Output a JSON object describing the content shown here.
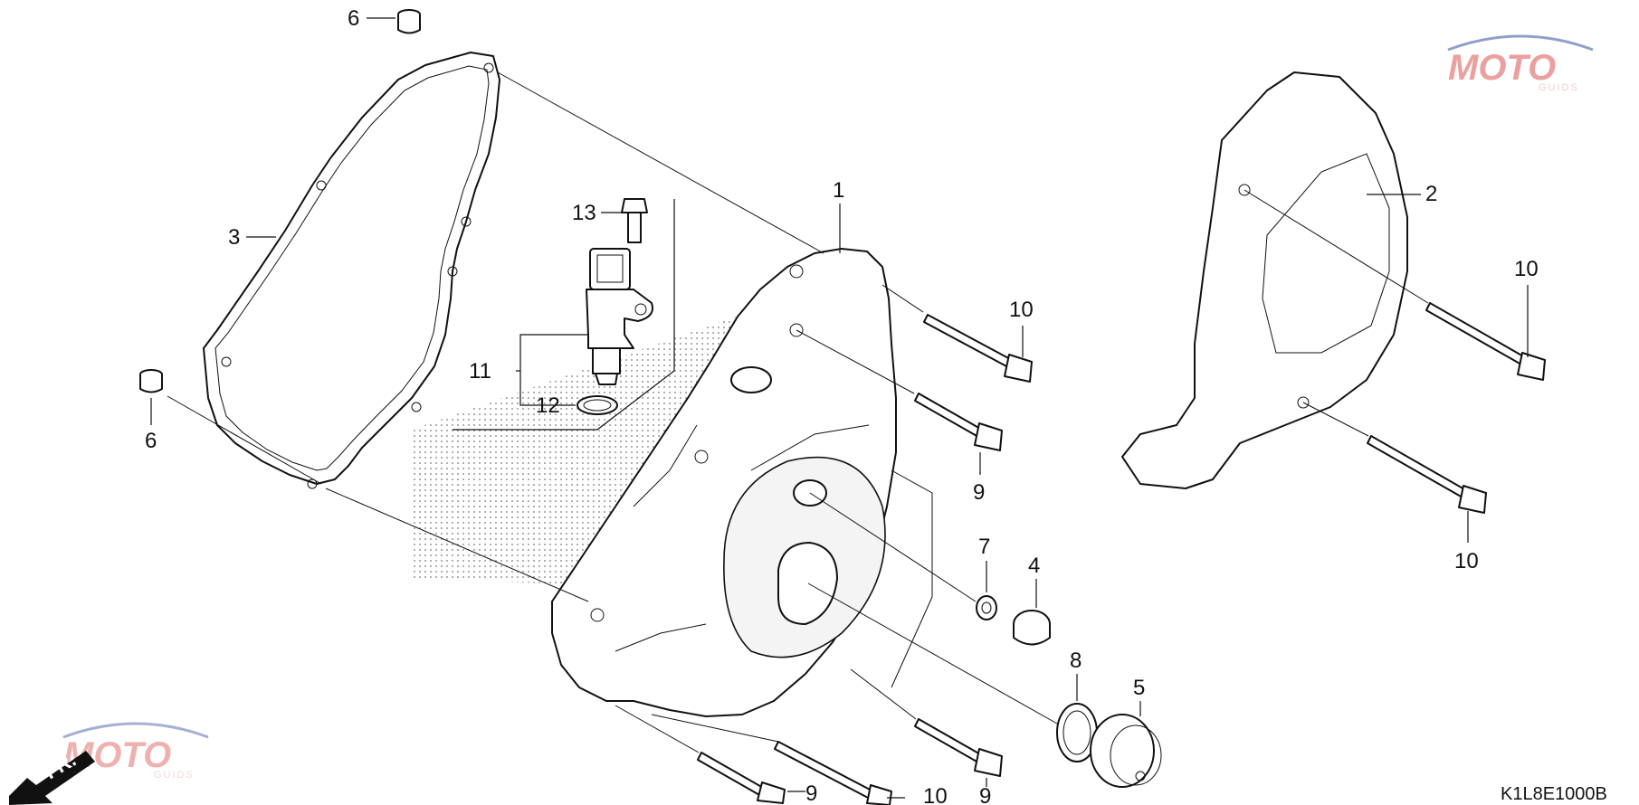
{
  "diagram": {
    "code": "K1L8E1000B",
    "direction_label": "FR.",
    "labels": [
      {
        "id": "lbl-1",
        "text": "1"
      },
      {
        "id": "lbl-2",
        "text": "2"
      },
      {
        "id": "lbl-3",
        "text": "3"
      },
      {
        "id": "lbl-4",
        "text": "4"
      },
      {
        "id": "lbl-5",
        "text": "5"
      },
      {
        "id": "lbl-6a",
        "text": "6"
      },
      {
        "id": "lbl-6b",
        "text": "6"
      },
      {
        "id": "lbl-7",
        "text": "7"
      },
      {
        "id": "lbl-8",
        "text": "8"
      },
      {
        "id": "lbl-9a",
        "text": "9"
      },
      {
        "id": "lbl-9b",
        "text": "9"
      },
      {
        "id": "lbl-9c",
        "text": "9"
      },
      {
        "id": "lbl-10a",
        "text": "10"
      },
      {
        "id": "lbl-10b",
        "text": "10"
      },
      {
        "id": "lbl-10c",
        "text": "10"
      },
      {
        "id": "lbl-10d",
        "text": "10"
      },
      {
        "id": "lbl-11",
        "text": "11"
      },
      {
        "id": "lbl-12",
        "text": "12"
      },
      {
        "id": "lbl-13",
        "text": "13"
      }
    ]
  },
  "watermark": {
    "brand": "MOTO",
    "sub": "GUIDS",
    "color": "#d9534f",
    "accent": "#3a4fa0"
  }
}
